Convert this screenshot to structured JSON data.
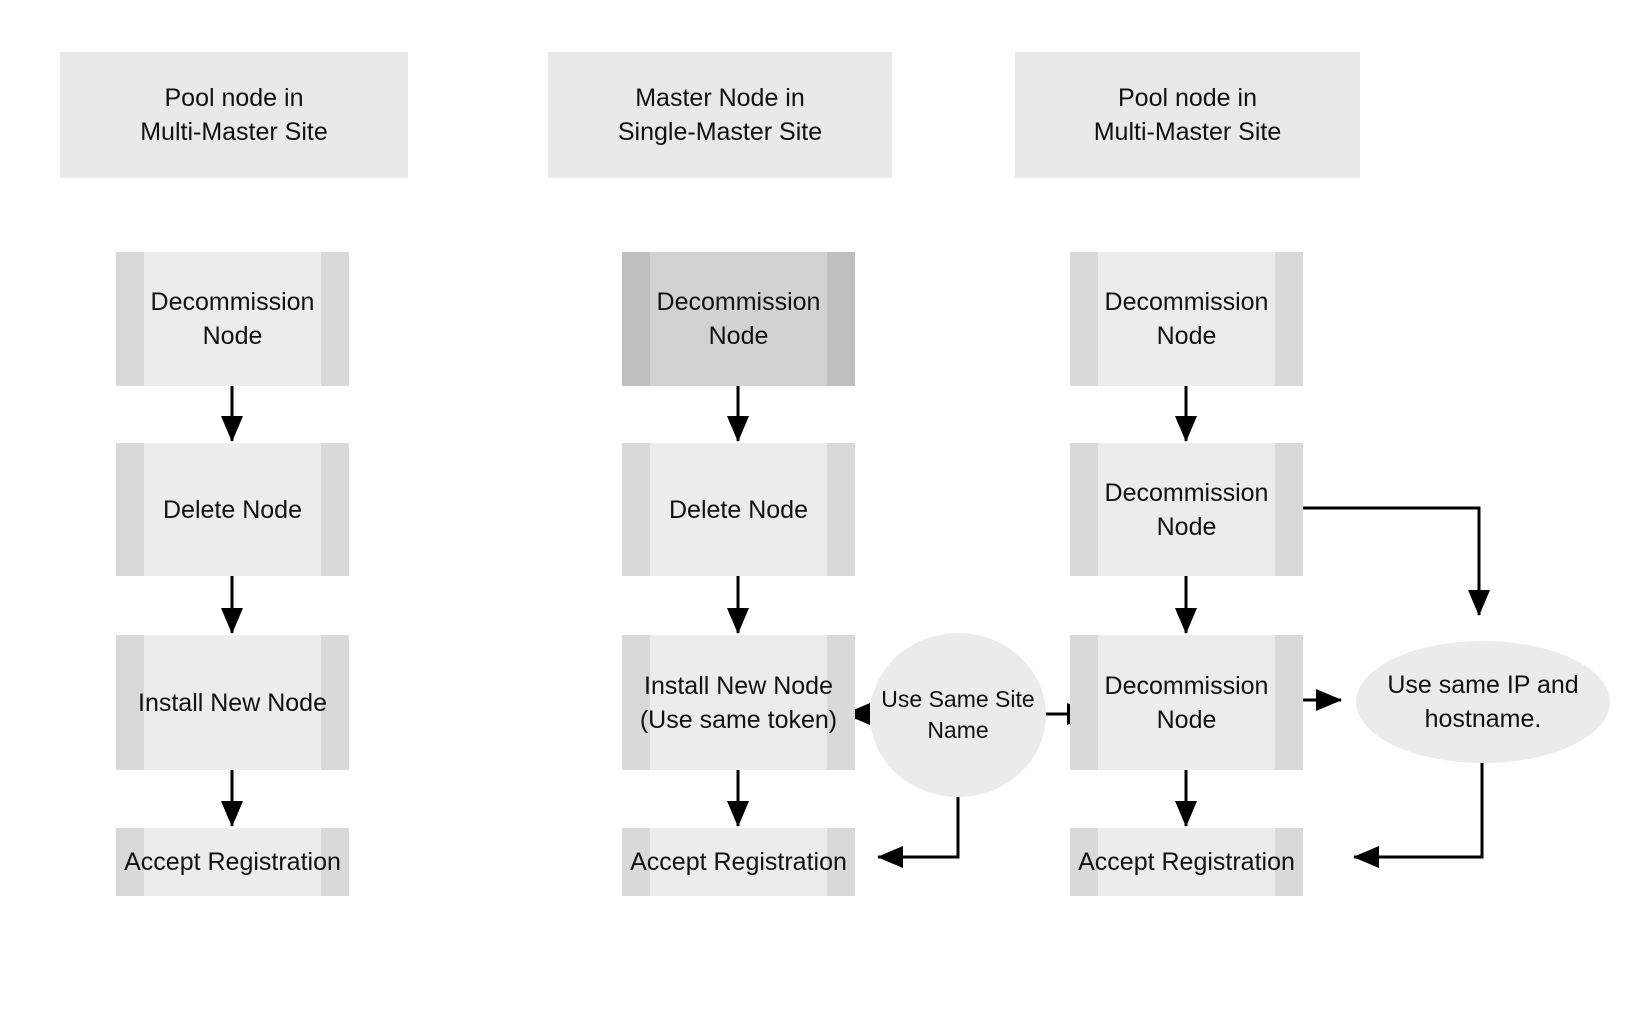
{
  "diagram": {
    "columns": [
      {
        "header": "Pool node in\nMulti-Master Site",
        "steps": [
          "Decommission\nNode",
          "Delete Node",
          "Install New Node",
          "Accept Registration"
        ]
      },
      {
        "header": "Master Node in\nSingle-Master Site",
        "steps": [
          "Decommission\nNode",
          "Delete Node",
          "Install New Node\n(Use same token)",
          "Accept Registration"
        ]
      },
      {
        "header": "Pool node in\nMulti-Master Site",
        "steps": [
          "Decommission\nNode",
          "Decommission\nNode",
          "Decommission\nNode",
          "Accept Registration"
        ]
      }
    ],
    "notes": {
      "site_name": "Use Same Site\nName",
      "ip_hostname": "Use same IP and\nhostname."
    },
    "colors": {
      "canvas_bg": "#ffffff",
      "header_bg": "#e9e9e9",
      "box_body": "#ececec",
      "box_band": "#d9d9d9",
      "box_dark_body": "#d2d2d2",
      "box_dark_band": "#bfbfbf",
      "note_fill": "#ebebeb",
      "arrow": "#000000",
      "text": "#111111"
    }
  }
}
